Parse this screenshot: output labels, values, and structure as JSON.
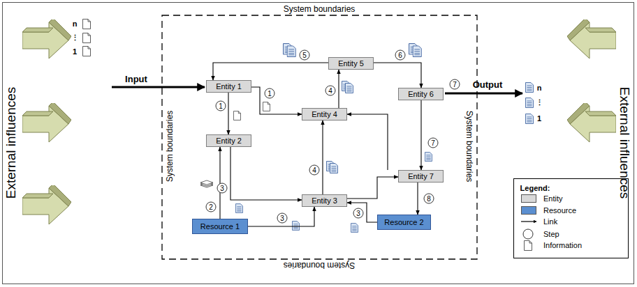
{
  "diagram": {
    "nodes": [
      {
        "text": [
          "Entity 1"
        ]
      },
      {
        "text": [
          "Entity 2"
        ]
      },
      {
        "text": [
          "Entity 3"
        ]
      },
      {
        "text": [
          "Entity 4"
        ]
      },
      {
        "text": [
          "Entity 5"
        ]
      },
      {
        "text": [
          "Entity 6"
        ]
      },
      {
        "text": [
          "Entity 7"
        ]
      },
      {
        "text": [
          "Resource 1"
        ]
      },
      {
        "text": [
          "Resource 2"
        ]
      }
    ],
    "edges": [
      {
        "from": 0,
        "to": 1,
        "arrow": "to",
        "label": "1"
      },
      {
        "from": 0,
        "to": 3,
        "arrow": "to",
        "label": "1"
      },
      {
        "from": 4,
        "to": 0,
        "arrow": "to",
        "label": "5"
      },
      {
        "from": 4,
        "to": 5,
        "arrow": "to",
        "label": "6"
      },
      {
        "from": 3,
        "to": 4,
        "arrow": "to",
        "label": "4"
      },
      {
        "from": 2,
        "to": 3,
        "arrow": "to",
        "label": "4"
      },
      {
        "from": 1,
        "to": 2,
        "arrow": "to",
        "label": "3"
      },
      {
        "from": 7,
        "to": 1,
        "arrow": "to",
        "label": "2"
      },
      {
        "from": 7,
        "to": 2,
        "arrow": "to",
        "label": "3"
      },
      {
        "from": 8,
        "to": 2,
        "arrow": "to",
        "label": "3"
      },
      {
        "from": 2,
        "to": 6,
        "arrow": "to"
      },
      {
        "from": 6,
        "to": 3,
        "arrow": "to"
      },
      {
        "from": 5,
        "to": 6,
        "arrow": "to",
        "label": "7"
      },
      {
        "from": 6,
        "to": 8,
        "arrow": "to",
        "label": "8"
      }
    ],
    "labels": [
      "System boundaries",
      "System boundaries",
      "System boundaries",
      "System boundaries",
      "External influences",
      "External influences",
      "Input",
      "Output",
      "n",
      "⋮",
      "1",
      "n",
      "⋮",
      "1",
      "7",
      "Legend:"
    ],
    "legend": [
      {
        "text": "Entity",
        "color": "#d9d9d9"
      },
      {
        "text": "Resource",
        "color": "#5b8fd0"
      },
      {
        "text": "Link"
      },
      {
        "text": "Step"
      },
      {
        "text": "Information"
      }
    ]
  }
}
